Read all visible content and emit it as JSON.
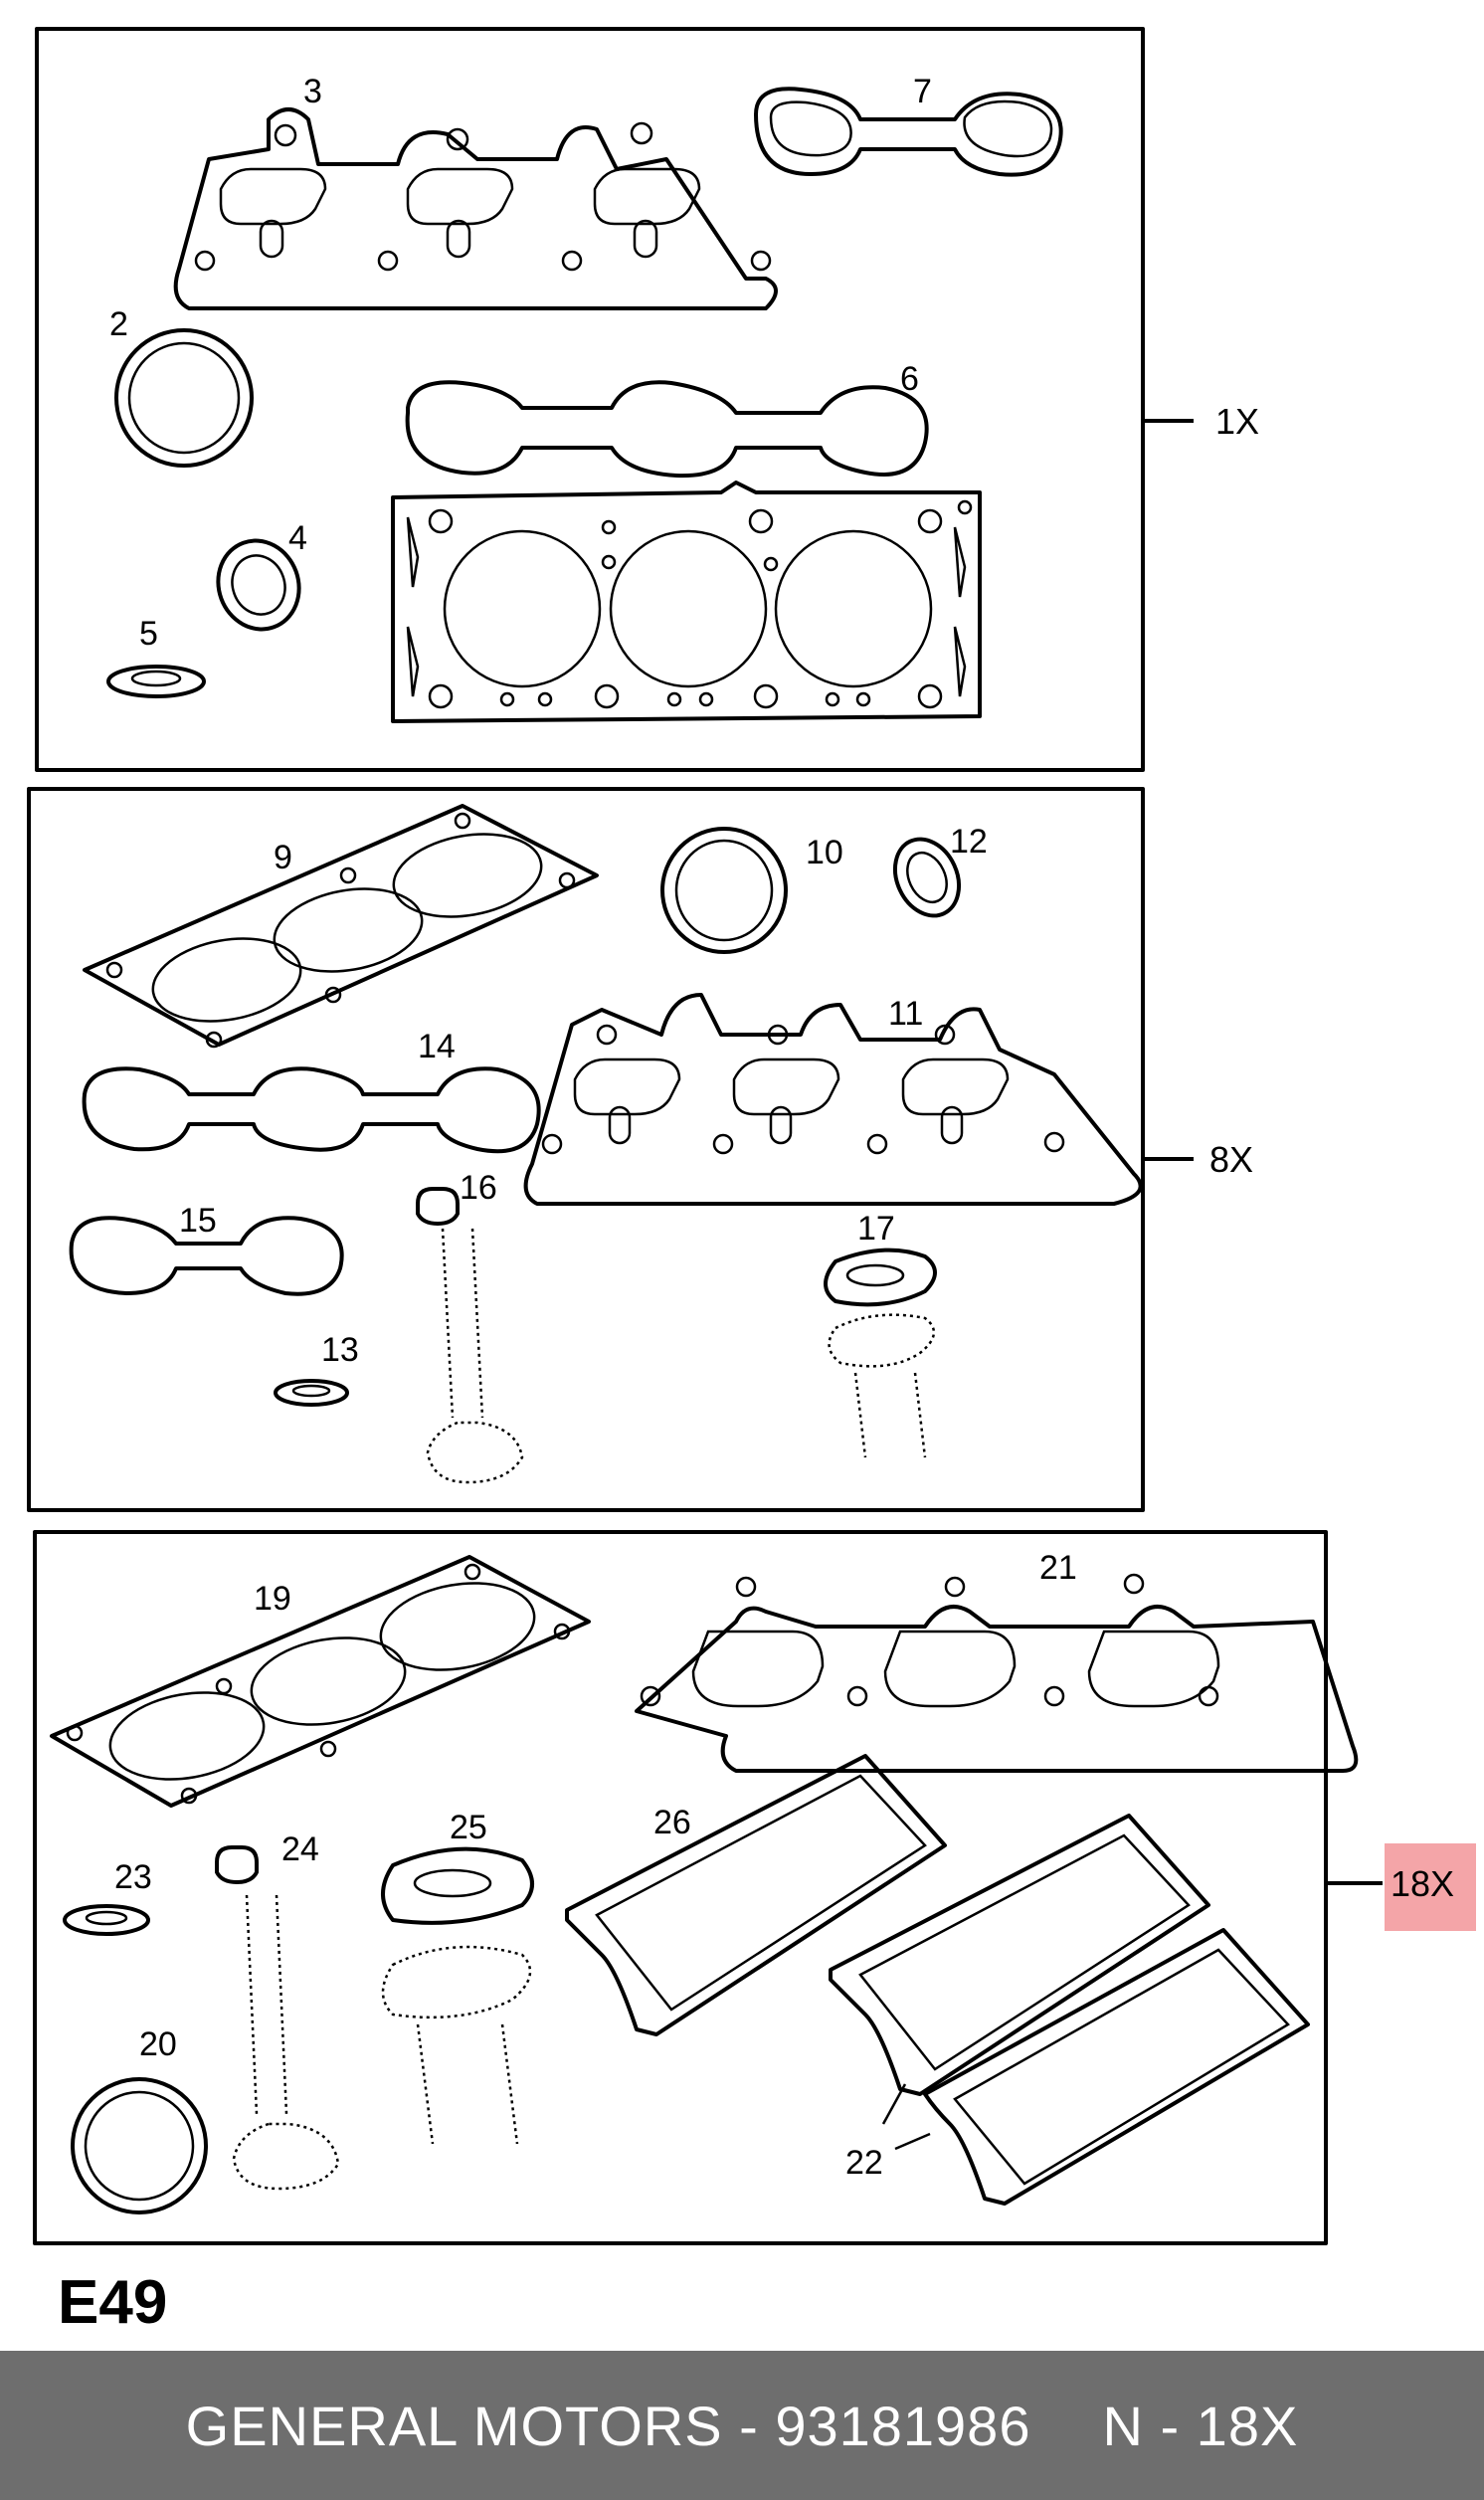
{
  "diagram": {
    "code": "E49",
    "groups": [
      {
        "label": "1X",
        "highlighted": false
      },
      {
        "label": "8X",
        "highlighted": false
      },
      {
        "label": "18X",
        "highlighted": true
      }
    ],
    "part_numbers": [
      "3",
      "7",
      "2",
      "6",
      "4",
      "5",
      "9",
      "10",
      "12",
      "14",
      "11",
      "16",
      "15",
      "17",
      "13",
      "19",
      "21",
      "23",
      "24",
      "25",
      "26",
      "20",
      "22"
    ],
    "highlight_color": "#f4a5a8"
  },
  "footer": {
    "brand": "GENERAL MOTORS",
    "separator": " - ",
    "part_number": "93181986",
    "quantity_label": "N - 18X",
    "background": "#6e6e6e"
  }
}
